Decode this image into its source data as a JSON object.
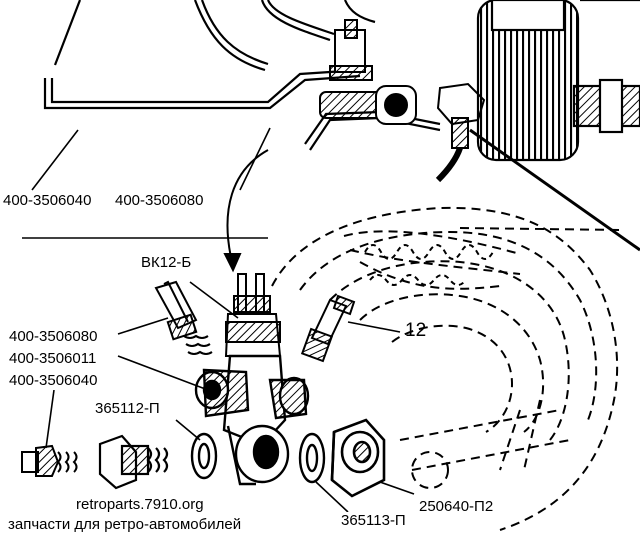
{
  "diagram": {
    "labels": {
      "pipe_left": "400-3506040",
      "pipe_right": "400-3506080",
      "switch": "ВК12-Б",
      "fitting_1": "400-3506080",
      "fitting_2": "400-3506011",
      "fitting_3": "400-3506040",
      "washer_left": "365112-П",
      "callout_12": "12",
      "nut": "250640-П2",
      "washer_right": "365113-П"
    },
    "credits": {
      "site": "retroparts.7910.org",
      "tagline": "запчасти для ретро-автомобилей"
    }
  }
}
